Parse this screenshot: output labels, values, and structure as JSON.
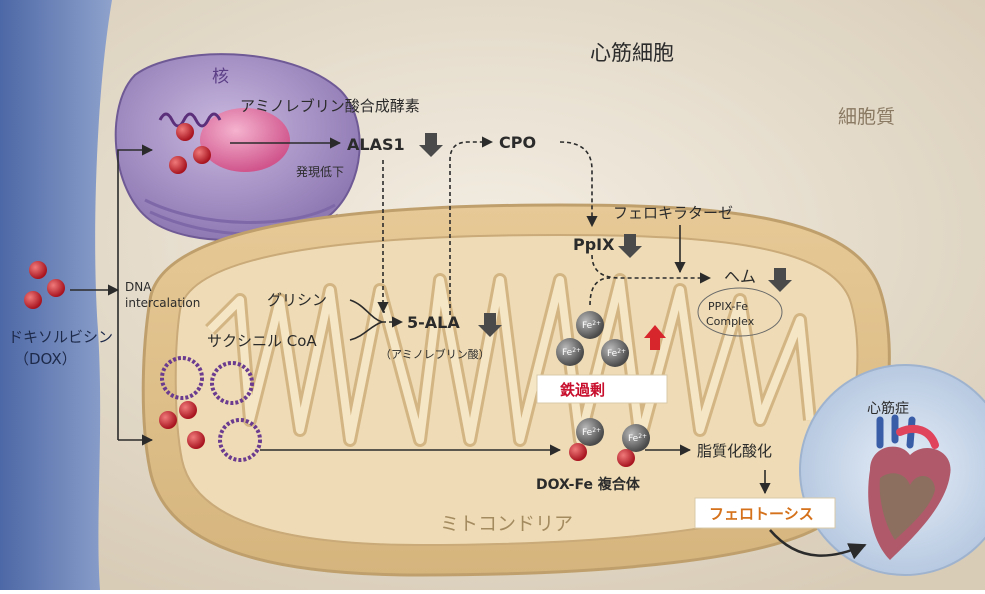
{
  "labels": {
    "cardiomyocyte": "心筋細胞",
    "cytoplasm": "細胞質",
    "nucleus": "核",
    "enzyme": "アミノレブリン酸合成酵素",
    "alas1": "ALAS1",
    "expression_down": "発現低下",
    "cpo": "CPO",
    "ferrochelatase": "フェロキラターゼ",
    "ppix": "PpIX",
    "heme": "ヘム",
    "ppix_fe_1": "PPIX-Fe",
    "ppix_fe_2": "Complex",
    "glycine": "グリシン",
    "succinyl_coa": "サクシニル CoA",
    "ala": "5-ALA",
    "ala_sub": "（アミノレブリン酸）",
    "dna_1": "DNA",
    "dna_2": "intercalation",
    "dox_1": "ドキソルビシン",
    "dox_2": "（DOX）",
    "iron_overload": "鉄過剰",
    "dox_fe": "DOX-Fe 複合体",
    "lipid_ox": "脂質化酸化",
    "ferroptosis": "フェロトーシス",
    "mitochondria": "ミトコンドリア",
    "cardiomyopathy": "心筋症",
    "fe": "Fe",
    "fe_charge": "2+"
  },
  "colors": {
    "cell_background": "#ddd2bf",
    "dox_membrane": "#6b80b4",
    "mitochondria": "#e7cf9e",
    "nucleus": "#a48fc2",
    "nucleolus": "#e07dab",
    "dox_molecule": "#c4232e",
    "iron_ion": "#6e6e6e",
    "arrow_down": "#4a4a4a",
    "arrow_up": "#d8262d",
    "iron_overload_text": "#c8102e",
    "ferroptosis_text": "#d4711a",
    "cardiomyopathy_bg": "#c9d8ea"
  },
  "icons": [
    "down-arrow-icon",
    "up-arrow-icon",
    "heart-icon",
    "dna-icon",
    "iron-ion-icon",
    "dox-molecule-icon"
  ]
}
